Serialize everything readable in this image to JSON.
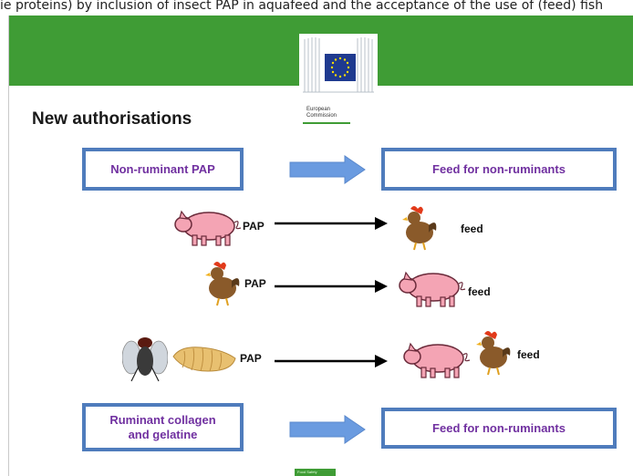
{
  "caption": "ie proteins) by inclusion of insect PAP in aquafeed and the acceptance of the use of (feed) fish",
  "header": {
    "logo_line1": "European",
    "logo_line2": "Commission"
  },
  "slide": {
    "title": "New authorisations"
  },
  "top_row": {
    "source_label": "Non-ruminant PAP",
    "target_label": "Feed for non-ruminants"
  },
  "rows": [
    {
      "pap_label": "PAP",
      "feed_label": "feed",
      "source_icons": [
        "pig-icon"
      ],
      "target_icons": [
        "chicken-icon"
      ]
    },
    {
      "pap_label": "PAP",
      "feed_label": "feed",
      "source_icons": [
        "chicken-icon"
      ],
      "target_icons": [
        "pig-icon"
      ]
    },
    {
      "pap_label": "PAP",
      "feed_label": "feed",
      "source_icons": [
        "fly-icon",
        "larva-icon"
      ],
      "target_icons": [
        "pig-icon",
        "chicken-icon"
      ]
    }
  ],
  "bottom_row": {
    "source_line1": "Ruminant collagen",
    "source_line2": "and gelatine",
    "target_label": "Feed for non-ruminants"
  },
  "footer": {
    "badge_text": "Food Safety"
  },
  "colors": {
    "banner_green": "#3f9c35",
    "box_border": "#4f7cbc",
    "box_text": "#7030a0",
    "arrow_blue": "#6a9be0"
  }
}
